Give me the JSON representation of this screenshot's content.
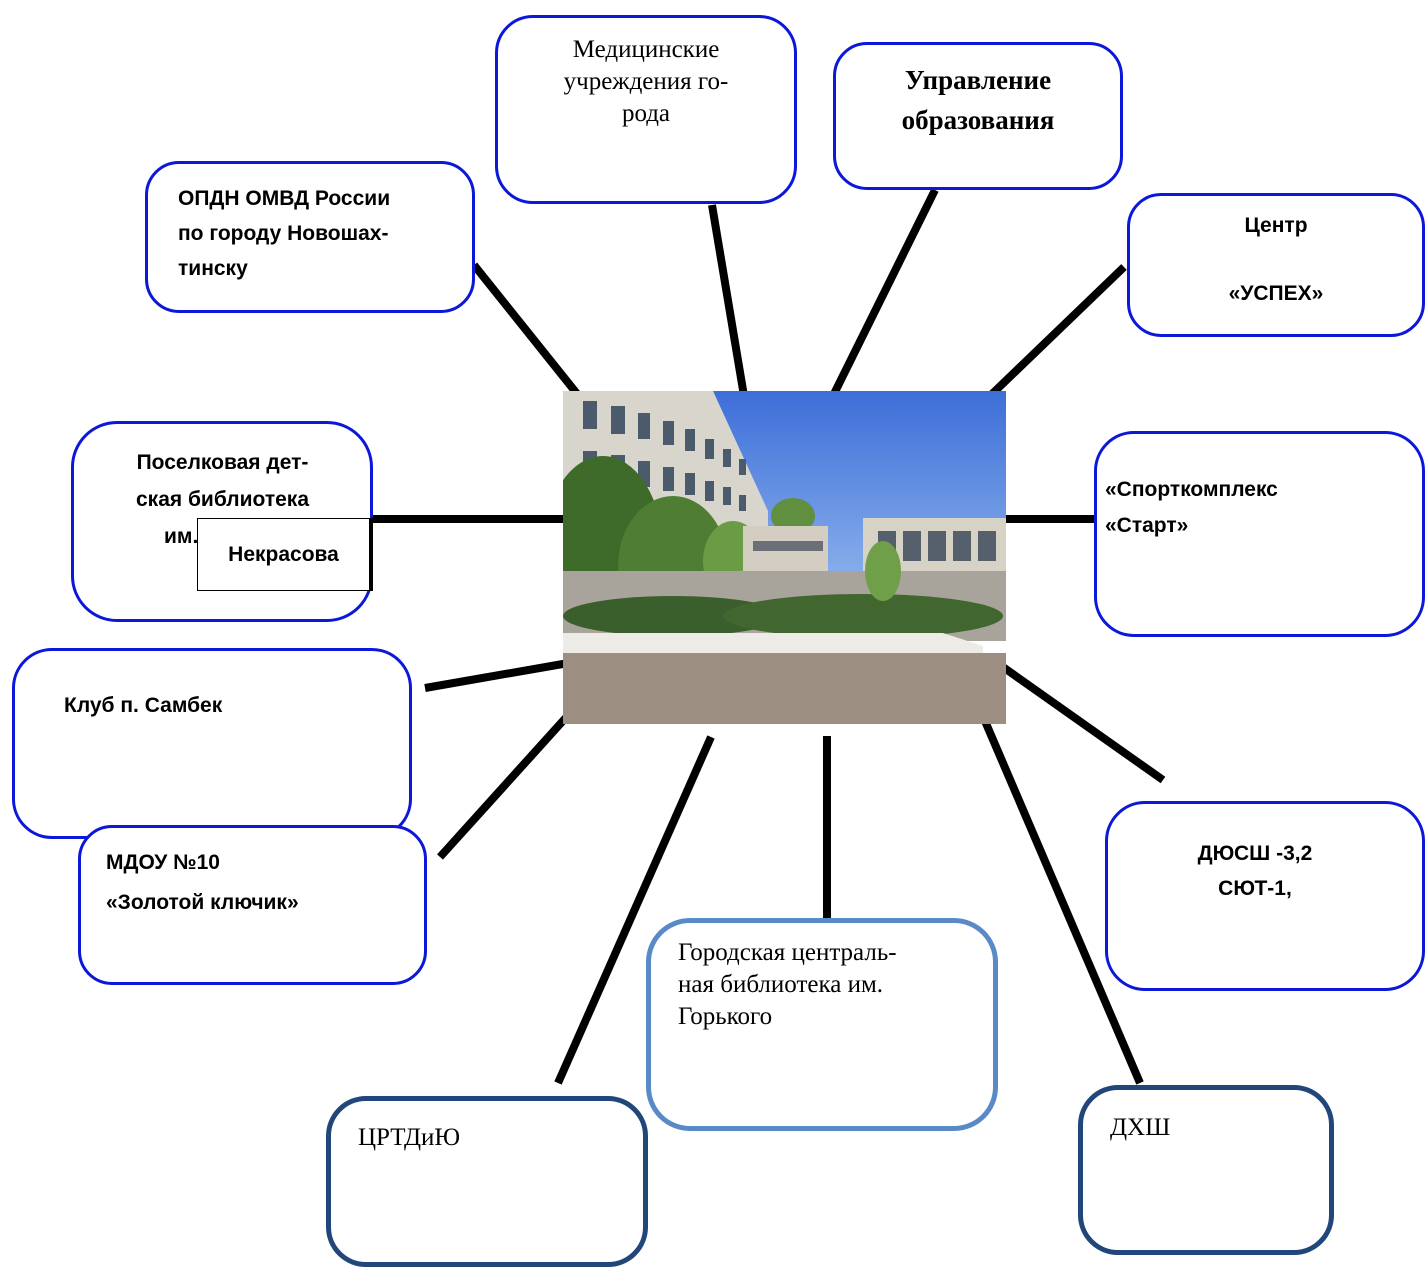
{
  "nodes": {
    "medical": {
      "lines": [
        "Медицинские",
        "учреждения го-",
        "рода"
      ]
    },
    "education": {
      "lines": [
        "Управление",
        "образования"
      ]
    },
    "opdn": {
      "lines": [
        "ОПДН ОМВД России",
        "по городу Новошах-",
        "тинску"
      ]
    },
    "uspeh": {
      "lines": [
        "Центр",
        "«УСПЕХ»"
      ]
    },
    "library_village": {
      "lines": [
        "Поселковая дет-",
        "ская библиотека",
        "им."
      ],
      "inner": "Некрасова"
    },
    "sport": {
      "lines": [
        "«Спорткомплекс",
        "«Старт»"
      ]
    },
    "club": {
      "lines": [
        "Клуб п. Самбек"
      ]
    },
    "dyussh": {
      "lines": [
        "ДЮСШ -3,2",
        "СЮТ-1,"
      ]
    },
    "mdou": {
      "lines": [
        "МДОУ №10",
        "«Золотой ключик»"
      ]
    },
    "library_city": {
      "lines": [
        "Городская централь-",
        "ная библиотека им.",
        "Горького"
      ]
    },
    "crtdiyu": {
      "lines": [
        "ЦРТДиЮ"
      ]
    },
    "dhsh": {
      "lines": [
        "ДХШ"
      ]
    }
  },
  "colors": {
    "bright_border": "#0b17d9",
    "dark_border": "#21467a",
    "light_border": "#5a8ac6",
    "connector": "#000000"
  },
  "center_image": {
    "description_icon": "school-building-photo"
  }
}
